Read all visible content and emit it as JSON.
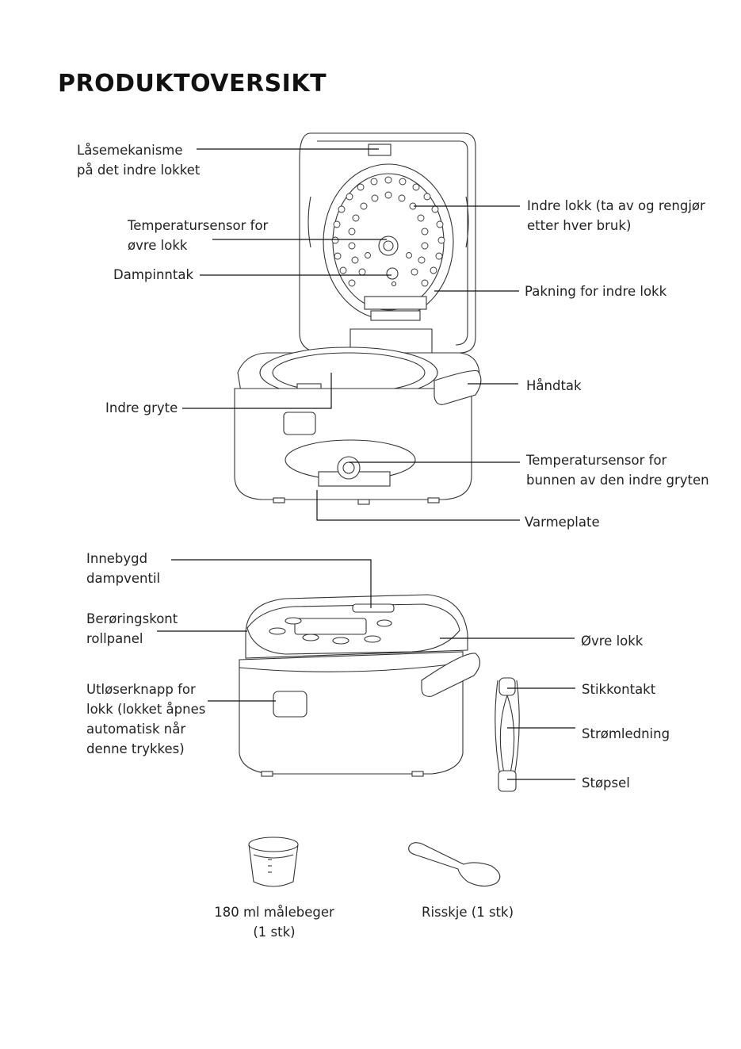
{
  "title": "PRODUKTOVERSIKT",
  "labels": {
    "lock_mechanism": [
      "Låsemekanisme",
      "på det indre lokket"
    ],
    "temp_sensor_upper": [
      "Temperatursensor for",
      "øvre lokk"
    ],
    "steam_inlet": [
      "Dampinntak"
    ],
    "inner_lid": [
      "Indre lokk (ta av og rengjør",
      "etter hver bruk)"
    ],
    "inner_lid_gasket": [
      "Pakning for indre lokk"
    ],
    "handle": [
      "Håndtak"
    ],
    "inner_pot": [
      "Indre gryte"
    ],
    "temp_sensor_bottom": [
      "Temperatursensor for",
      "bunnen av den indre gryten"
    ],
    "heating_plate": [
      "Varmeplate"
    ],
    "steam_valve": [
      "Innebygd",
      "dampventil"
    ],
    "touch_panel": [
      "Berøringskont",
      "rollpanel"
    ],
    "lid_release": [
      "Utløserknapp for",
      "lokk (lokket åpnes",
      "automatisk når",
      "denne trykkes)"
    ],
    "upper_lid": [
      "Øvre lokk"
    ],
    "socket": [
      "Stikkontakt"
    ],
    "power_cord": [
      "Strømledning"
    ],
    "plug": [
      "Støpsel"
    ],
    "measuring_cup": [
      "180 ml målebeger",
      "(1 stk)"
    ],
    "rice_spoon": [
      "Risskje (1 stk)"
    ]
  }
}
